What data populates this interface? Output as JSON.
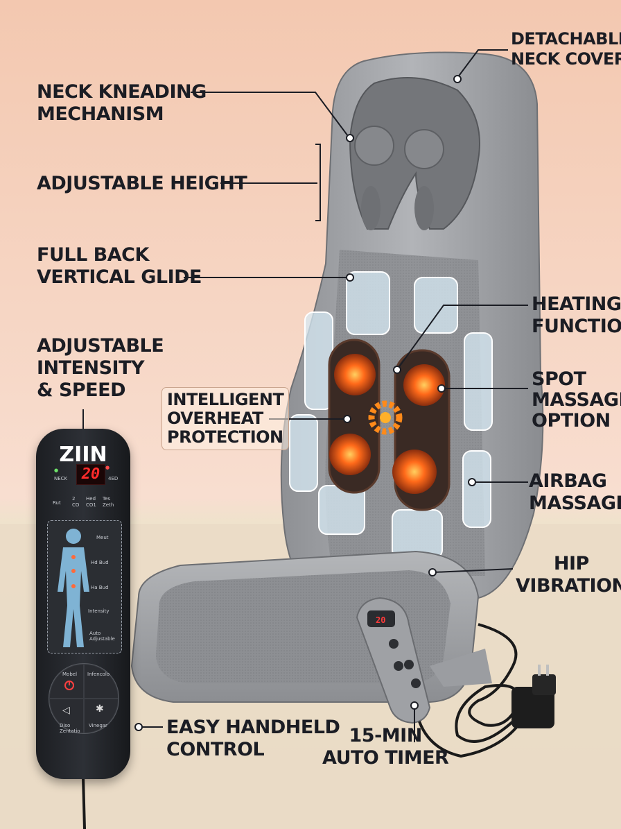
{
  "callouts": {
    "detachable_neck_cover": [
      "DETACHABLE",
      "NECK COVER"
    ],
    "neck_kneading": [
      "NECK KNEADING",
      "MECHANISM"
    ],
    "adjustable_height": [
      "ADJUSTABLE HEIGHT"
    ],
    "full_back_glide": [
      "FULL BACK",
      "VERTICAL GLIDE"
    ],
    "heating_function": [
      "HEATING",
      "FUNCTION"
    ],
    "adjustable_intensity": [
      "ADJUSTABLE",
      "INTENSITY",
      "& SPEED"
    ],
    "overheat_protection": [
      "INTELLIGENT",
      "OVERHEAT",
      "PROTECTION"
    ],
    "spot_massage": [
      "SPOT",
      "MASSAGE",
      "OPTION"
    ],
    "airbag_massage": [
      "AIRBAG",
      "MASSAGE"
    ],
    "hip_vibration": [
      "HIP",
      "VIBRATION"
    ],
    "easy_handheld": [
      "EASY HANDHELD",
      "CONTROL"
    ],
    "auto_timer": [
      "15-MIN",
      "AUTO TIMER"
    ]
  },
  "remote": {
    "brand": "ZIIN",
    "display": "20",
    "labels_top": [
      "NECK",
      "4ED"
    ],
    "labels_row": [
      "Rut",
      "2",
      "Hed",
      "Tes"
    ],
    "labels_row2": [
      "CO",
      "CO1",
      "Zeth"
    ],
    "side_buttons": [
      "Meut",
      "Hd Bud",
      "Ha Bud",
      "Intensity",
      "Auto Adjustable"
    ],
    "pad_labels": [
      "Mobel",
      "Infencolo",
      "Diso Zentatio",
      "Vinegar"
    ]
  },
  "colors": {
    "background_top": "#f6d1bb",
    "background_bottom": "#e8d8c2",
    "seat_gray": "#9a9ca0",
    "heat_orange": "#ff6a1a",
    "text": "#1b1d24",
    "remote_black": "#202226",
    "lcd_red": "#ff2b2b"
  }
}
